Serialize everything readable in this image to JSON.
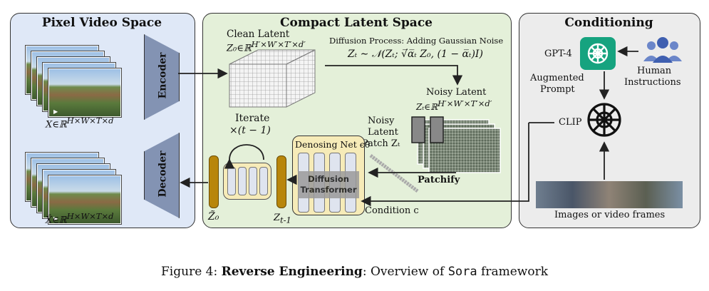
{
  "panels": {
    "pixel_title": "Pixel Video Space",
    "latent_title": "Compact Latent Space",
    "cond_title": "Conditioning"
  },
  "pixel": {
    "encoder": "Encoder",
    "decoder": "Decoder",
    "x_label": "X∈ℝ",
    "x_sup": "H×W×T×d",
    "xhat_label": "X̂∈ℝ",
    "xhat_sup": "H×W×T×d"
  },
  "latent": {
    "clean_title": "Clean Latent",
    "clean_sym": "Z₀∈ℝ",
    "clean_sup": "H′×W′×T′×d′",
    "diffusion_label": "Diffusion Process: Adding Gaussian Noise",
    "formula": "Zₜ ∼ 𝒩(Zₜ; √̅α̅ₜ Z₀, (1 − α̅ₜ)I)",
    "noisy_title": "Noisy Latent",
    "noisy_sym": "Zₜ∈ℝ",
    "noisy_sup": "H′×W′×T′×d′",
    "patch_line1": "Noisy",
    "patch_line2": "Latent",
    "patch_line3": "Patch Zₜ",
    "patchify": "Patchify",
    "iterate": "Iterate",
    "iterate_times": "×(t − 1)",
    "denoise_title": "Denosing Net ϵθ",
    "dit_line1": "Diffusion",
    "dit_line2": "Transformer",
    "z0_label": "Z̃₀",
    "zt1_label": "Z",
    "zt1_sub": "t-1",
    "condition": "Condition c"
  },
  "conditioning": {
    "gpt4": "GPT-4",
    "augmented_1": "Augmented",
    "augmented_2": "Prompt",
    "human_1": "Human",
    "human_2": "Instructions",
    "clip": "CLIP",
    "images_label": "Images or video frames"
  },
  "caption": {
    "prefix": "Figure 4: ",
    "bold": "Reverse Engineering",
    "middle": ": Overview of ",
    "mono": "Sora",
    "suffix": " framework"
  },
  "colors": {
    "pixel_bg": "#dfe8f7",
    "latent_bg": "#e4f0d9",
    "cond_bg": "#ececec",
    "openai_green": "#16a37f",
    "trapezoid": "#8393b3",
    "gold": "#b8860b"
  }
}
